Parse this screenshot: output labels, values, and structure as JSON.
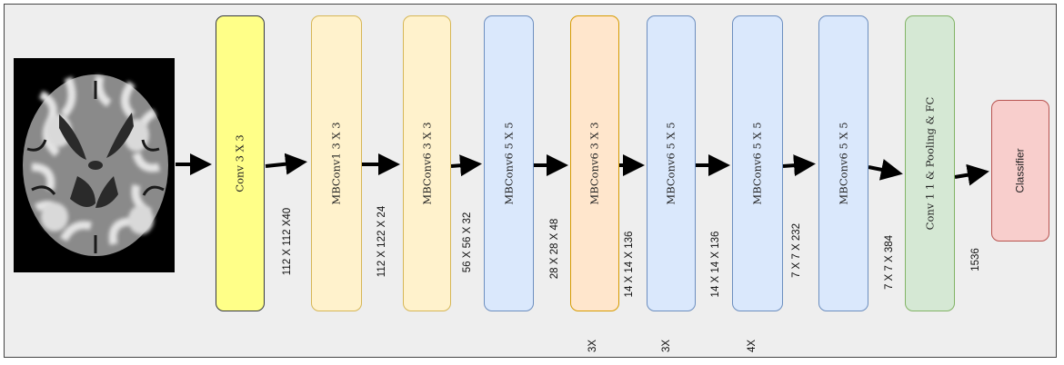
{
  "blocks": [
    {
      "label": "Conv 3 X 3",
      "fill": "#ffff88",
      "stroke": "#36393d"
    },
    {
      "label": "MBConv1 3 X 3",
      "fill": "#fff2cc",
      "stroke": "#d6b656"
    },
    {
      "label": "MBConv6 3 X 3",
      "fill": "#fff2cc",
      "stroke": "#d6b656"
    },
    {
      "label": "MBConv6 5 X 5",
      "fill": "#dae8fc",
      "stroke": "#6c8ebf"
    },
    {
      "label": "MBConv6 3 X 3",
      "fill": "#ffe6cc",
      "stroke": "#d79b00"
    },
    {
      "label": "MBConv6 5 X 5",
      "fill": "#dae8fc",
      "stroke": "#6c8ebf"
    },
    {
      "label": "MBConv6 5 X 5",
      "fill": "#dae8fc",
      "stroke": "#6c8ebf"
    },
    {
      "label": "MBConv6 5 X 5",
      "fill": "#dae8fc",
      "stroke": "#6c8ebf"
    },
    {
      "label": "Conv 1  1  &  Pooling  &  FC",
      "fill": "#d5e8d4",
      "stroke": "#82b366"
    },
    {
      "label": "Classifier",
      "fill": "#f8cecc",
      "stroke": "#b85450"
    }
  ],
  "dimensions": [
    "112 X 112 X40",
    "112 X 122 X 24",
    "56 X 56 X 32",
    "28 X 28 X 48",
    "14 X 14 X 136",
    "14 X 14 X 136",
    "7 X 7 X 232",
    "7 X 7 X 384",
    "1536"
  ],
  "repeats": [
    "3X",
    "3X",
    "4X"
  ]
}
